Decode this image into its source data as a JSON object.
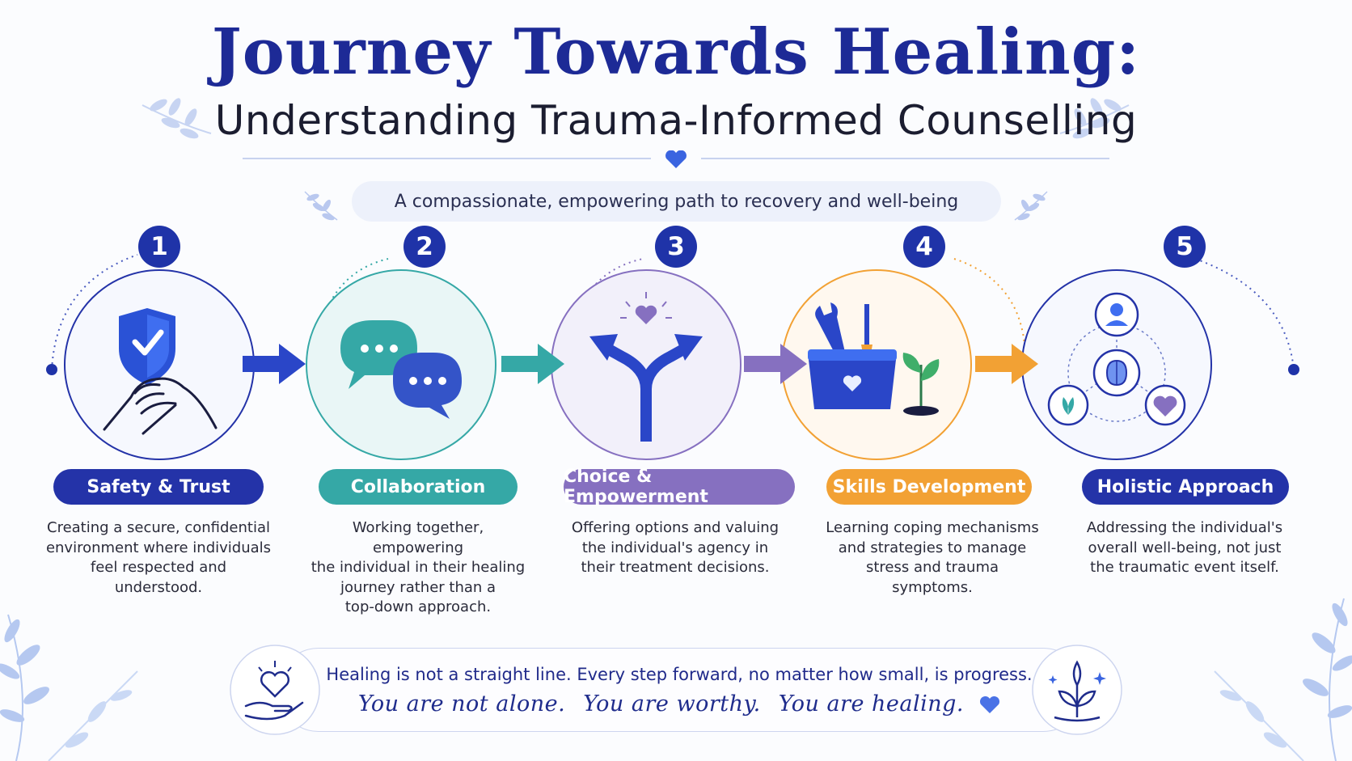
{
  "title": "Journey Towards Healing:",
  "subtitle": "Understanding Trauma-Informed Counselling",
  "tagline": "A compassionate, empowering path to recovery and well-being",
  "steps": [
    {
      "number": "1",
      "label": "Safety & Trust",
      "description_lines": [
        "Creating a secure, confidential",
        "environment where individuals",
        "feel respected and understood."
      ],
      "color": "#2433a8",
      "icon": "shield-hands-icon"
    },
    {
      "number": "2",
      "label": "Collaboration",
      "description_lines": [
        "Working together, empowering",
        "the individual in their healing",
        "journey rather than a",
        "top-down approach."
      ],
      "color": "#35a8a6",
      "icon": "chat-bubbles-icon"
    },
    {
      "number": "3",
      "label": "Choice & Empowerment",
      "description_lines": [
        "Offering options and valuing",
        "the individual's agency in",
        "their treatment decisions."
      ],
      "color": "#8670c0",
      "icon": "branching-arrows-icon"
    },
    {
      "number": "4",
      "label": "Skills Development",
      "description_lines": [
        "Learning coping mechanisms",
        "and strategies to manage",
        "stress and trauma",
        "symptoms."
      ],
      "color": "#f2a134",
      "icon": "toolbox-plant-icon"
    },
    {
      "number": "5",
      "label": "Holistic Approach",
      "description_lines": [
        "Addressing the individual's",
        "overall well-being, not just",
        "the traumatic event itself."
      ],
      "color": "#2433a8",
      "icon": "person-brain-heart-icon"
    }
  ],
  "footer": {
    "line1": "Healing is not a straight line. Every step forward, no matter how small, is progress.",
    "affirmations": [
      "You are not alone.",
      "You are worthy.",
      "You are healing."
    ]
  }
}
